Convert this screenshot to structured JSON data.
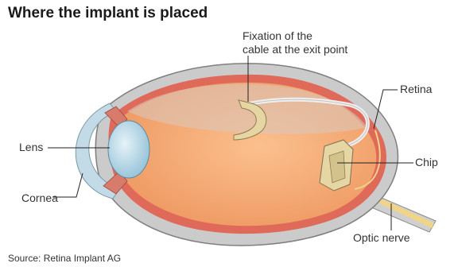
{
  "title": "Where the implant is placed",
  "labels": {
    "fixation_line1": "Fixation of the",
    "fixation_line2": "cable at the exit point",
    "retina": "Retina",
    "lens": "Lens",
    "chip": "Chip",
    "cornea": "Cornea",
    "optic_nerve": "Optic nerve"
  },
  "source": "Source: Retina Implant AG",
  "colors": {
    "sclera": "#c9c9c9",
    "retina": "#e06a5a",
    "vitreous": "#f5a772",
    "cornea": "#c2dbe6",
    "lens": "#9fc8dc",
    "chip": "#e6d6a3",
    "cable": "#ededed",
    "optic_nerve": "#f0d488"
  }
}
